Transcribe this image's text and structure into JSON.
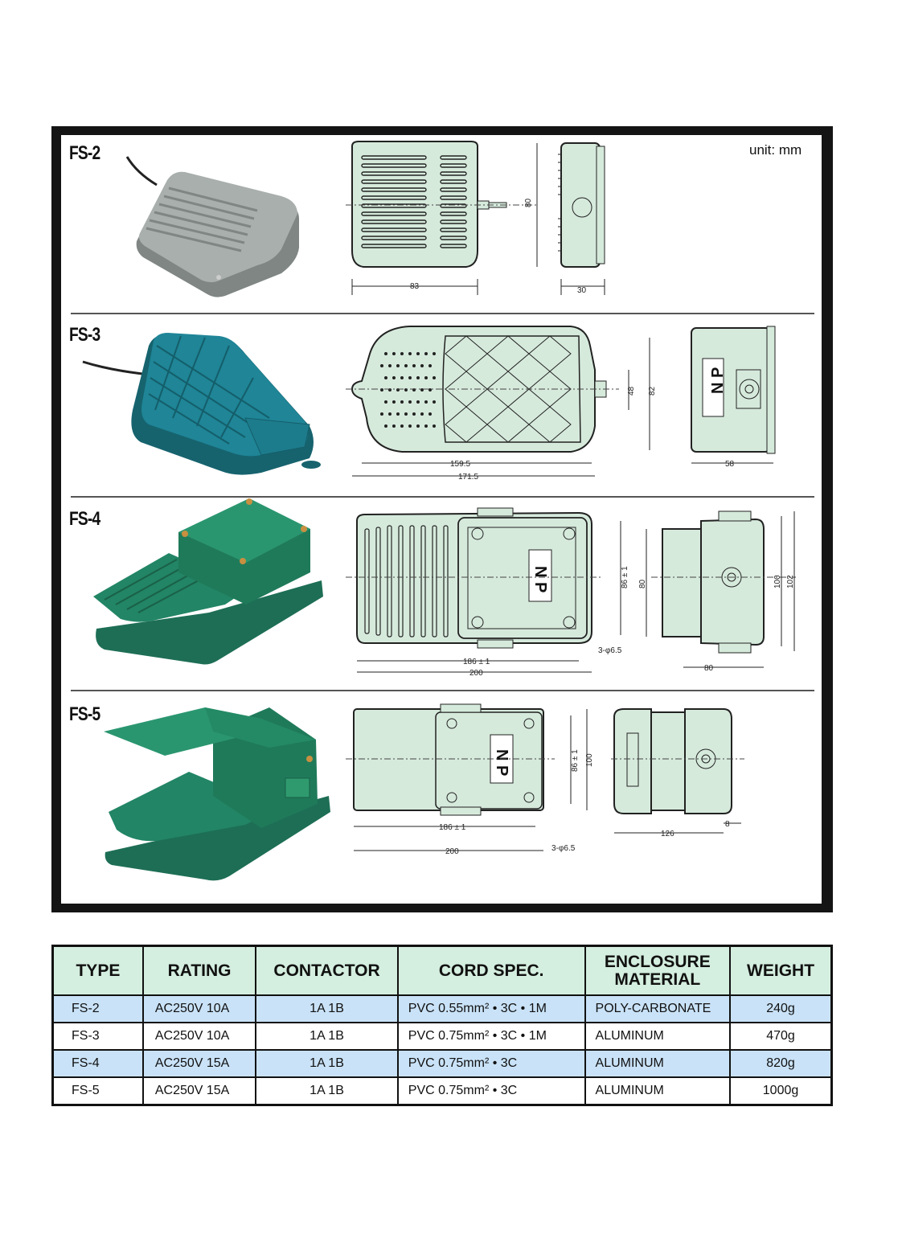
{
  "unit_label": "unit: mm",
  "models": [
    {
      "label": "FS-2",
      "dims": [
        "83",
        "80",
        "30"
      ]
    },
    {
      "label": "FS-3",
      "dims": [
        "159.5",
        "171.5",
        "48",
        "82",
        "58"
      ],
      "nameplate": "N P"
    },
    {
      "label": "FS-4",
      "dims": [
        "186 ± 1",
        "200",
        "86 ± 1",
        "80",
        "3-φ6.5",
        "100",
        "102",
        "80"
      ],
      "nameplate": "N P"
    },
    {
      "label": "FS-5",
      "dims": [
        "186 ± 1",
        "200",
        "86 ± 1",
        "100",
        "3-φ6.5",
        "126",
        "8"
      ],
      "nameplate": "N P"
    }
  ],
  "colors": {
    "drawing_fill": "#d6eadc",
    "header_fill": "#d4eedf",
    "row_highlight": "#c9e2f7",
    "pedal_green": "#1f7a5a",
    "pedal_blue": "#1a7a8a",
    "pedal_grey": "#8a9190"
  },
  "table": {
    "headers": [
      "TYPE",
      "RATING",
      "CONTACTOR",
      "CORD SPEC.",
      "ENCLOSURE MATERIAL",
      "WEIGHT"
    ],
    "rows": [
      [
        "FS-2",
        "AC250V 10A",
        "1A 1B",
        "PVC 0.55mm² • 3C • 1M",
        "POLY-CARBONATE",
        "240g"
      ],
      [
        "FS-3",
        "AC250V 10A",
        "1A 1B",
        "PVC 0.75mm² • 3C • 1M",
        "ALUMINUM",
        "470g"
      ],
      [
        "FS-4",
        "AC250V 15A",
        "1A 1B",
        "PVC 0.75mm² • 3C",
        "ALUMINUM",
        "820g"
      ],
      [
        "FS-5",
        "AC250V 15A",
        "1A 1B",
        "PVC 0.75mm² • 3C",
        "ALUMINUM",
        "1000g"
      ]
    ]
  }
}
